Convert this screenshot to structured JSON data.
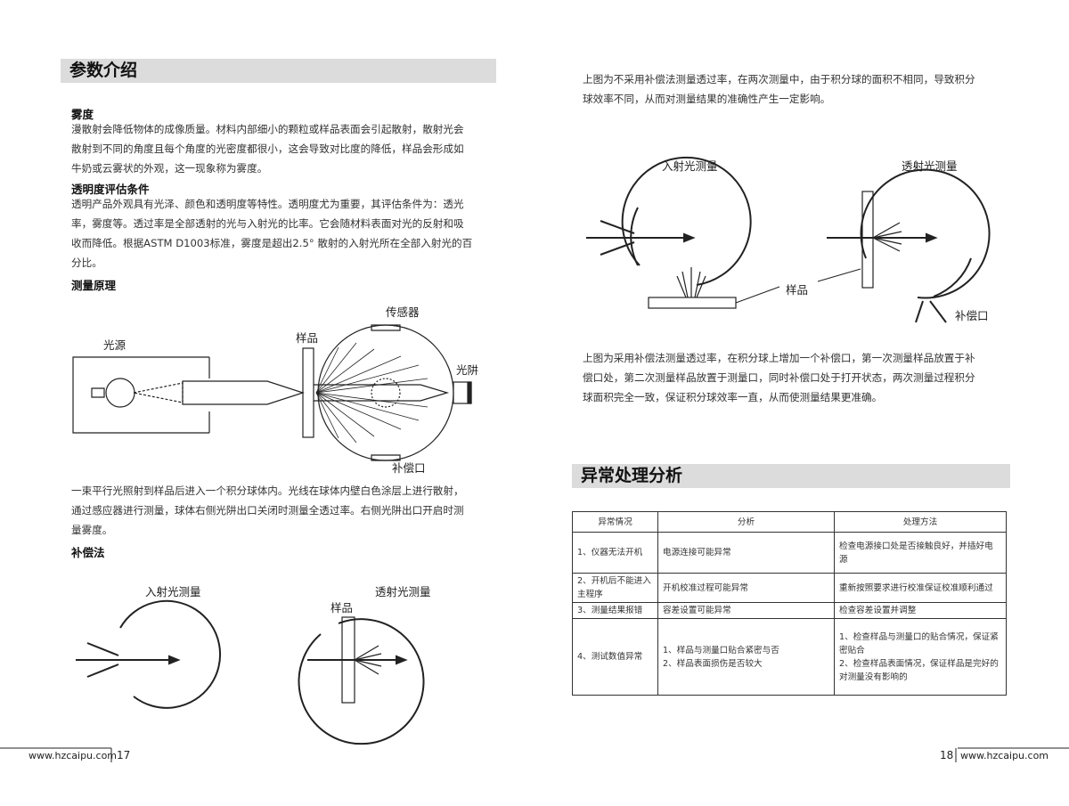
{
  "left": {
    "title": "参数介绍",
    "haze": {
      "heading": "雾度",
      "lines": [
        "漫散射会降低物体的成像质量。材料内部细小的颗粒或样品表面会引起散射，散射光会",
        "散射到不同的角度且每个角度的光密度都很小，这会导致对比度的降低，样品会形成如",
        "牛奶或云雾状的外观，这一现象称为雾度。"
      ]
    },
    "transparency": {
      "heading": "透明度评估条件",
      "lines": [
        "透明产品外观具有光泽、颜色和透明度等特性。透明度尤为重要，其评估条件为：透光",
        "率，雾度等。透过率是全部透射的光与入射光的比率。它会随材料表面对光的反射和吸",
        "收而降低。根据ASTM D1003标准，雾度是超出2.5° 散射的入射光所在全部入射光的百",
        "分比。"
      ]
    },
    "principle": {
      "heading": "测量原理",
      "labels": {
        "light_source": "光源",
        "sample": "样品",
        "sensor": "传感器",
        "trap": "光阱",
        "compensation": "补偿口"
      },
      "lines": [
        "一束平行光照射到样品后进入一个积分球体内。光线在球体内壁白色涂层上进行散射，",
        "通过感应器进行测量，球体右侧光阱出口关闭时测量全透过率。右侧光阱出口开启时测",
        "量雾度。"
      ]
    },
    "compensation": {
      "heading": "补偿法",
      "labels": {
        "incident": "入射光测量",
        "transmitted": "透射光测量",
        "sample": "样品"
      }
    }
  },
  "right": {
    "intro_lines": [
      "上图为不采用补偿法测量透过率，在两次测量中，由于积分球的面积不相同，导致积分",
      "球效率不同，从而对测量结果的准确性产生一定影响。"
    ],
    "diagram_labels": {
      "incident": "入射光测量",
      "transmitted": "透射光测量",
      "sample": "样品",
      "compensation": "补偿口"
    },
    "after_lines": [
      "上图为采用补偿法测量透过率，在积分球上增加一个补偿口，第一次测量样品放置于补",
      "偿口处，第二次测量样品放置于测量口，同时补偿口处于打开状态，两次测量过程积分",
      "球面积完全一致，保证积分球效率一直，从而使测量结果更准确。"
    ],
    "title": "异常处理分析",
    "table": {
      "headers": [
        "异常情况",
        "分析",
        "处理方法"
      ],
      "rows": [
        [
          "1、仪器无法开机",
          "电源连接可能异常",
          "检查电源接口处是否接触良好，并插好电源"
        ],
        [
          "2、开机后不能进入主程序",
          "开机校准过程可能异常",
          "重新按照要求进行校准保证校准顺利通过"
        ],
        [
          "3、测量结果报错",
          "容差设置可能异常",
          "检查容差设置并调整"
        ],
        [
          "4、测试数值异常",
          "1、样品与测量口贴合紧密与否\n2、样品表面损伤是否较大",
          "1、检查样品与测量口的贴合情况，保证紧密贴合\n2、检查样品表面情况，保证样品是完好的对测量没有影响的"
        ]
      ]
    }
  },
  "footer": {
    "left_url": "www.hzcaipu.com",
    "left_page": "17",
    "right_page": "18",
    "right_url": "www.hzcaipu.com"
  }
}
